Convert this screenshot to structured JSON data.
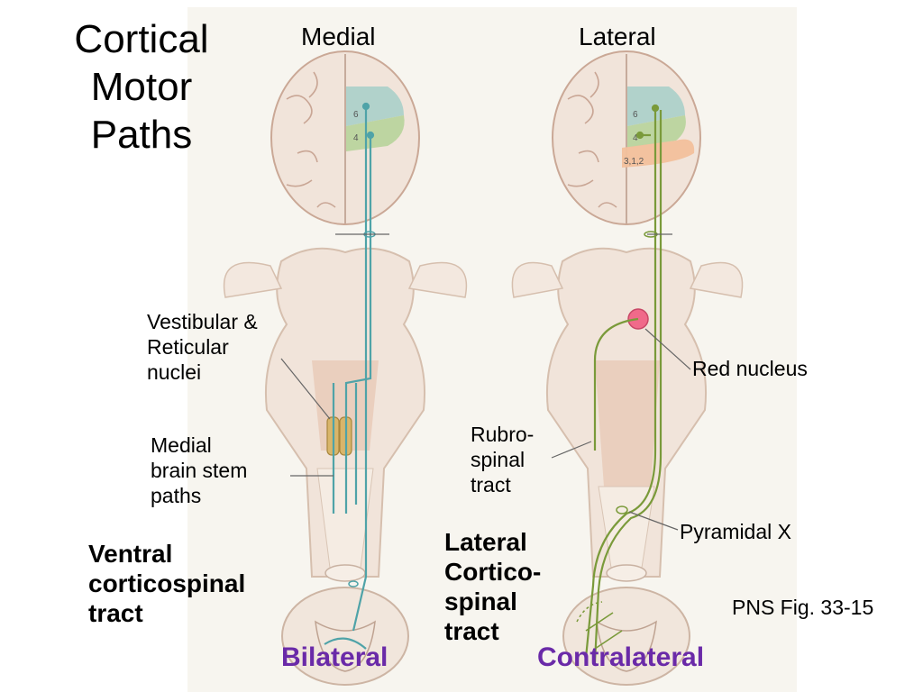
{
  "title_lines": [
    "Cortical",
    "Motor",
    "Paths"
  ],
  "headers": {
    "medial": "Medial",
    "lateral": "Lateral"
  },
  "labels": {
    "vestibular": [
      "Vestibular &",
      "Reticular",
      "nuclei"
    ],
    "medial_paths": [
      "Medial",
      "brain stem",
      "paths"
    ],
    "ventral": [
      "Ventral",
      "corticospinal",
      "tract"
    ],
    "rubro": [
      "Rubro-",
      "spinal",
      "tract"
    ],
    "lateral_cs": [
      "Lateral",
      "Cortico-",
      "spinal",
      "tract"
    ],
    "red_nucleus": "Red nucleus",
    "pyramidal": "Pyramidal X",
    "source": "PNS Fig. 33-15",
    "bilateral": "Bilateral",
    "contralateral": "Contralateral"
  },
  "area_numbers": {
    "medial": [
      "6",
      "4"
    ],
    "lateral": [
      "6",
      "4",
      "3,1,2"
    ]
  },
  "colors": {
    "medial_tract": "#4fa3a8",
    "lateral_tract": "#7a9a3a",
    "emphasis": "#6a2aa8",
    "area6": "#aacfc9",
    "area4": "#b7d39a",
    "area312": "#f2c09c",
    "red_nucleus": "#f06a8a"
  }
}
